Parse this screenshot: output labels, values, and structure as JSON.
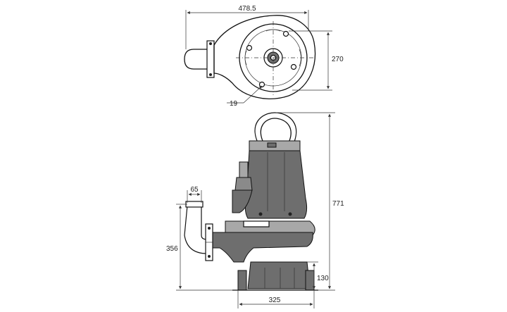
{
  "dimensions": {
    "top_width": "478.5",
    "top_height": "270",
    "hole_callout": "19",
    "outlet_diameter": "65",
    "outlet_height": "356",
    "overall_height": "771",
    "base_height": "130",
    "base_width": "325"
  },
  "colors": {
    "line": "#111111",
    "pump_body": "#6e6e6e",
    "pump_highlight": "#a8a8a8"
  }
}
